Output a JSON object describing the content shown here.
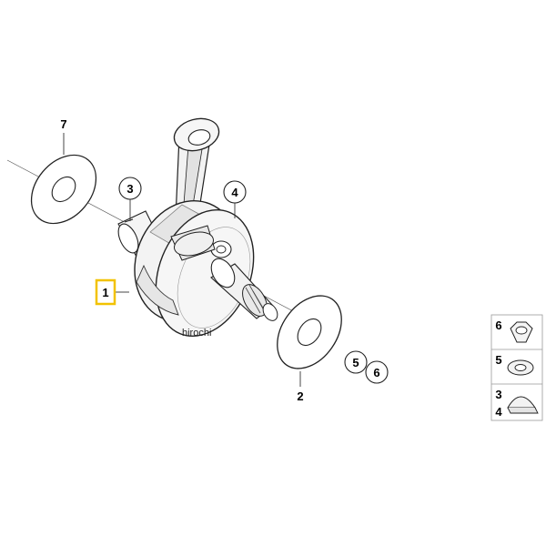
{
  "callouts": {
    "c1": "1",
    "c2": "2",
    "c3": "3",
    "c4": "4",
    "c5": "5",
    "c6": "6",
    "c7": "7"
  },
  "highlight_color": "#f2c200",
  "watermark": "hirochi",
  "legend": {
    "nut_label": "6",
    "washer_label": "5",
    "key_label_top": "3",
    "key_label_bottom": "4"
  }
}
